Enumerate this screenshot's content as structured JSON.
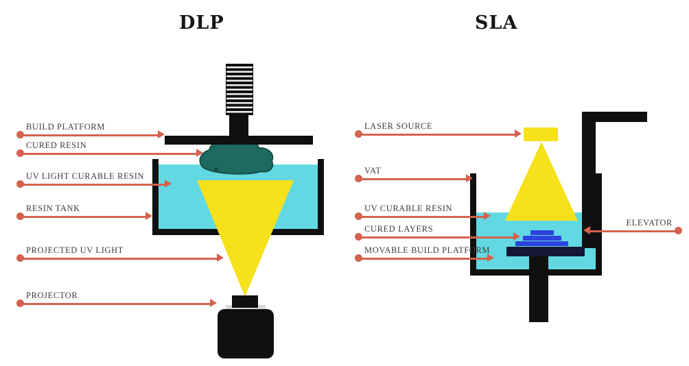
{
  "titles": {
    "dlp": "DLP",
    "sla": "SLA"
  },
  "dlp": {
    "labels": {
      "build_platform": "BUILD PLATFORM",
      "cured_resin": "CURED RESIN",
      "uv_light_curable_resin": "UV LIGHT CURABLE RESIN",
      "resin_tank": "RESIN TANK",
      "projected_uv_light": "PROJECTED UV LIGHT",
      "projector": "PROJECTOR"
    }
  },
  "sla": {
    "labels": {
      "laser_source": "LASER SOURCE",
      "vat": "VAT",
      "uv_curable_resin": "UV CURABLE RESIN",
      "cured_layers": "CURED LAYERS",
      "movable_build_platform": "MOVABLE BUILD PLATFORM",
      "elevator": "ELEVATOR"
    }
  },
  "colors": {
    "accent_red": "#d4624e",
    "resin_cyan": "#62d9e2",
    "light_yellow": "#f6e11b",
    "cured_teal": "#1d6a60",
    "layers_blue": "#2c44dd",
    "ink_black": "#101010"
  }
}
